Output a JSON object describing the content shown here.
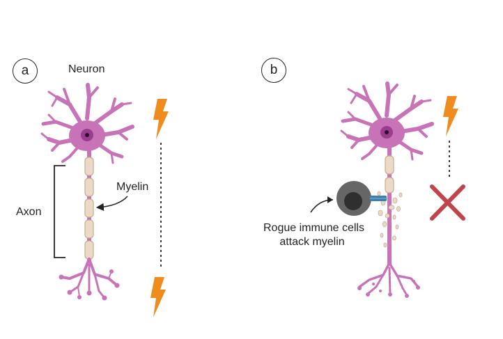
{
  "panel_a": {
    "letter": "a",
    "title": "Neuron",
    "axon_label": "Axon",
    "myelin_label": "Myelin"
  },
  "panel_b": {
    "letter": "b",
    "caption_line1": "Rogue immune cells",
    "caption_line2": "attack myelin"
  },
  "colors": {
    "neuron": "#c873b7",
    "neuron_dark": "#a4549a",
    "nucleus": "#9a3d8c",
    "myelin": "#ecd9c6",
    "myelin_edge": "#c7ab91",
    "lightning": "#f08b1d",
    "cross": "#c0454a",
    "immune_outer": "#666666",
    "immune_inner": "#2f2f2f",
    "receptor": "#3c7fb0"
  }
}
